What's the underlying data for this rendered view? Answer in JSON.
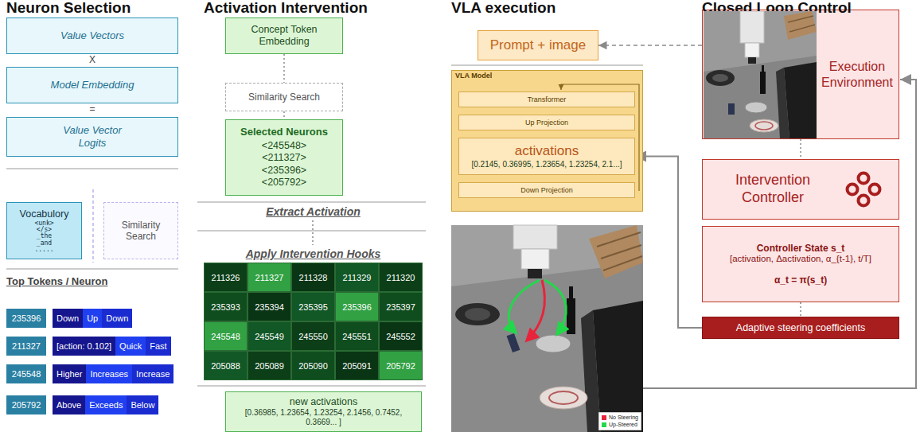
{
  "diagram": {
    "nodes": [
      {
        "text": [
          "Value Vectors"
        ]
      },
      {
        "text": [
          "Model Embedding"
        ]
      },
      {
        "text": [
          "Value Vector Logits"
        ]
      },
      {
        "text": [
          "Vocabulory",
          "<unk> </s> _the _and ....."
        ]
      },
      {
        "text": [
          "Similarity Search"
        ]
      },
      {
        "text": [
          "Concept Token Embedding"
        ]
      },
      {
        "text": [
          "Similarity Search"
        ]
      },
      {
        "text": [
          "Selected Neurons",
          "<245548> <211327> <235396> <205792>"
        ]
      },
      {
        "text": [
          "new activations",
          "[0.36985, 1.23654, 1.23254, 2.1456, 0.7452, 0.3669... ]"
        ]
      },
      {
        "text": [
          "Prompt + image"
        ]
      },
      {
        "text": [
          "VLA Model"
        ]
      },
      {
        "text": [
          "Transformer"
        ],
        "in": 10
      },
      {
        "text": [
          "Up Projection"
        ],
        "in": 10
      },
      {
        "text": [
          "activations",
          "[0.2145, 0.36995, 1.23654, 1.23254, 2.1...]"
        ],
        "in": 10
      },
      {
        "text": [
          "Down Projection"
        ],
        "in": 10
      },
      {
        "text": [
          "Execution Environment"
        ]
      },
      {
        "text": [
          "Intervention Controller"
        ]
      },
      {
        "text": [
          "Controller State s_t",
          "[activation, Δactivation, α_{t-1}, t/T]",
          "α_t = π(s_t)"
        ]
      },
      {
        "text": [
          "Adaptive steering coefficients"
        ]
      }
    ],
    "edges": [
      {
        "from": 15,
        "to": 9,
        "arrow": "to"
      },
      {
        "from": 18,
        "to": 13,
        "arrow": "to"
      },
      {
        "from": 15,
        "to": 16,
        "arrow": "none"
      },
      {
        "from": 17,
        "to": 18,
        "arrow": "none"
      },
      {
        "from": 5,
        "to": 6,
        "arrow": "none"
      },
      {
        "from": 6,
        "to": 7,
        "arrow": "none"
      }
    ],
    "labels": [
      "Neuron Selection",
      "Activation Intervention",
      "VLA execution",
      "Closed Loop Control",
      "X",
      "=",
      "Top Tokens / Neuron",
      "235396",
      "Down",
      "Up",
      "Down",
      "211327",
      "[action: 0.102]",
      "Quick",
      "Fast",
      "245548",
      "Higher",
      "Increases",
      "Increase",
      "205792",
      "Above",
      "Exceeds",
      "Below",
      "Extract Activation",
      "Apply Intervention Hooks",
      "211326",
      "211327",
      "211328",
      "211329",
      "211320",
      "235393",
      "235394",
      "235395",
      "235396",
      "235397",
      "245548",
      "245549",
      "245550",
      "245551",
      "245552",
      "205088",
      "205089",
      "205090",
      "205091",
      "205792"
    ],
    "legend": [
      {
        "text": "No Steering",
        "color": "#e8243c"
      },
      {
        "text": "Up-Steered",
        "color": "#22d84a"
      }
    ]
  }
}
